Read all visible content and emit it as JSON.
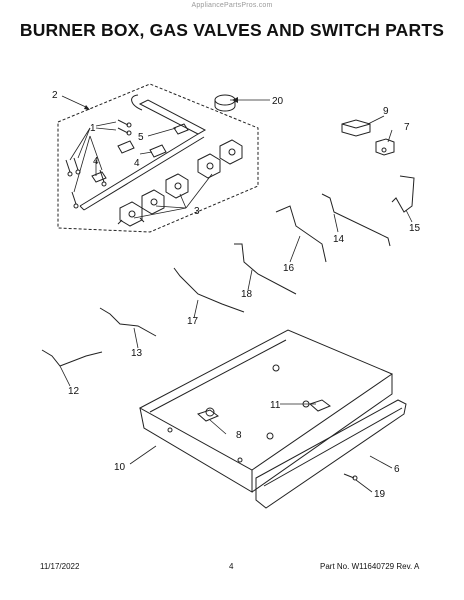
{
  "header": {
    "watermark": "AppliancePartsPros.com",
    "title": "BURNER BOX, GAS VALVES AND SWITCH PARTS"
  },
  "callouts": [
    {
      "id": "c2",
      "label": "2"
    },
    {
      "id": "c20",
      "label": "20"
    },
    {
      "id": "c1",
      "label": "1"
    },
    {
      "id": "c5",
      "label": "5"
    },
    {
      "id": "c4a",
      "label": "4"
    },
    {
      "id": "c4b",
      "label": "4"
    },
    {
      "id": "c3",
      "label": "3"
    },
    {
      "id": "c9",
      "label": "9"
    },
    {
      "id": "c7",
      "label": "7"
    },
    {
      "id": "c15",
      "label": "15"
    },
    {
      "id": "c14",
      "label": "14"
    },
    {
      "id": "c16",
      "label": "16"
    },
    {
      "id": "c18",
      "label": "18"
    },
    {
      "id": "c17",
      "label": "17"
    },
    {
      "id": "c13",
      "label": "13"
    },
    {
      "id": "c12",
      "label": "12"
    },
    {
      "id": "c11",
      "label": "11"
    },
    {
      "id": "c8",
      "label": "8"
    },
    {
      "id": "c10",
      "label": "10"
    },
    {
      "id": "c6",
      "label": "6"
    },
    {
      "id": "c19",
      "label": "19"
    }
  ],
  "footer": {
    "date": "11/17/2022",
    "page": "4",
    "part": "Part No.  W11640729  Rev.  A"
  }
}
